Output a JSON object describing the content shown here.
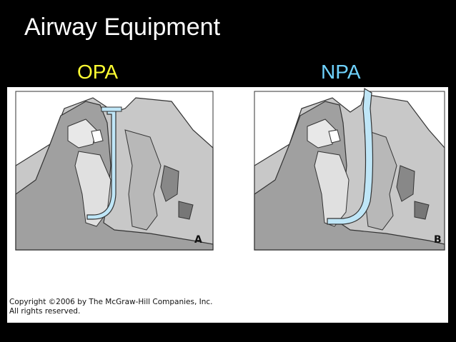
{
  "slide": {
    "title": "Airway Equipment"
  },
  "labels": {
    "left": "OPA",
    "right": "NPA"
  },
  "panels": {
    "left_letter": "A",
    "right_letter": "B"
  },
  "copyright": {
    "line1": "Copyright ©2006 by The McGraw-Hill Companies, Inc.",
    "line2": "All rights reserved."
  },
  "colors": {
    "title": "#ffffff",
    "opa_label": "#ffff33",
    "npa_label": "#6fd3ff",
    "airway_device": "#bfe6f7"
  }
}
